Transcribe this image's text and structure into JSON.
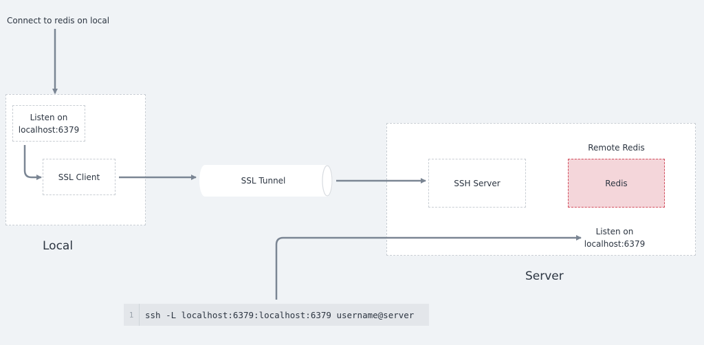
{
  "top_label": "Connect to redis on local",
  "local": {
    "caption": "Local",
    "listen_line1": "Listen on",
    "listen_line2": "localhost:6379",
    "ssl_client": "SSL Client"
  },
  "tunnel": {
    "label": "SSL Tunnel"
  },
  "server": {
    "caption": "Server",
    "ssh_server": "SSH Server",
    "remote_label": "Remote Redis",
    "redis": "Redis",
    "listen_line1": "Listen on",
    "listen_line2": "localhost:6379"
  },
  "code": {
    "line_number": "1",
    "command": "ssh -L localhost:6379:localhost:6379 username@server"
  },
  "colors": {
    "background": "#f0f3f6",
    "arrow": "#7a8593",
    "dashed_border": "#c8cdd3",
    "redis_fill": "#f4d6da",
    "redis_border": "#d24a5a"
  }
}
